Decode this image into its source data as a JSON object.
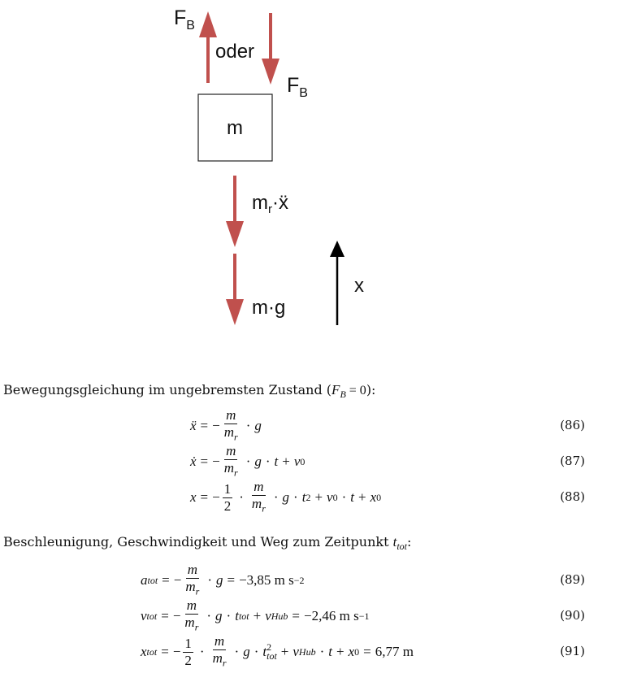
{
  "diagram": {
    "mass_label": "m",
    "brake_force_up_label": "F",
    "brake_force_up_sub": "B",
    "or_label": "oder",
    "brake_force_down_label": "F",
    "brake_force_down_sub": "B",
    "inertia_label": "m",
    "inertia_sub": "r",
    "inertia_suffix": "·ẍ",
    "gravity_label": "m·g",
    "axis_label": "x",
    "force_color": "#c0504d",
    "axis_color": "#000000"
  },
  "section1": {
    "intro_text": "Bewegungsgleichung im ungebremsten Zustand (",
    "intro_math": "F",
    "intro_math_sub": "B",
    "intro_math_rest": " = 0",
    "intro_end": "):",
    "equations": [
      {
        "number": "(86)"
      },
      {
        "number": "(87)"
      },
      {
        "number": "(88)"
      }
    ]
  },
  "section2": {
    "intro_text": "Beschleunigung, Geschwindigkeit und Weg zum Zeitpunkt ",
    "intro_math": "t",
    "intro_math_sub": "tot",
    "intro_end": ":",
    "equations": [
      {
        "number": "(89)",
        "result": "−3,85 m s",
        "result_exp": "−2"
      },
      {
        "number": "(90)",
        "result": "−2,46 m s",
        "result_exp": "−1"
      },
      {
        "number": "(91)",
        "result": "6,77 m"
      }
    ]
  },
  "math": {
    "minus": "−",
    "eq": "=",
    "cdot": "·",
    "plus": "+",
    "m": "m",
    "m_r": "m",
    "r": "r",
    "one": "1",
    "two": "2",
    "g": "g",
    "t": "t",
    "x": "x",
    "xdd": "ẍ",
    "xd": "ẋ",
    "v": "v",
    "zero": "0",
    "a": "a",
    "tot": "tot",
    "Hub": "Hub"
  }
}
